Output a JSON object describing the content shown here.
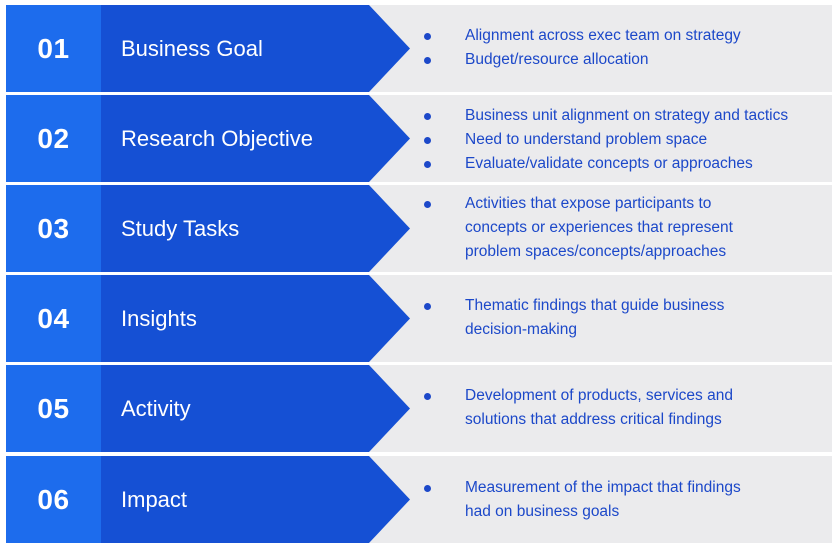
{
  "rows": [
    {
      "number": "01",
      "stage": "Business Goal",
      "bullets": [
        "Alignment across exec team on strategy",
        "Budget/resource allocation"
      ]
    },
    {
      "number": "02",
      "stage": "Research Objective",
      "bullets": [
        "Business unit alignment on strategy and tactics",
        "Need to understand problem space",
        "Evaluate/validate concepts or approaches"
      ]
    },
    {
      "number": "03",
      "stage": "Study Tasks",
      "bullets": [
        "Activities that expose participants to\nconcepts or experiences that represent\nproblem spaces/concepts/approaches"
      ]
    },
    {
      "number": "04",
      "stage": "Insights",
      "bullets": [
        "Thematic findings that guide business\ndecision-making"
      ]
    },
    {
      "number": "05",
      "stage": "Activity",
      "bullets": [
        "Development of products, services and\nsolutions that address critical findings"
      ]
    },
    {
      "number": "06",
      "stage": "Impact",
      "bullets": [
        "Measurement of the impact that findings\nhad on business goals"
      ]
    }
  ],
  "colors": {
    "number_block": "#1d6ced",
    "arrow_body": "#1550d4",
    "text_blue": "#1c48c9",
    "row_background": "#ebebed"
  }
}
